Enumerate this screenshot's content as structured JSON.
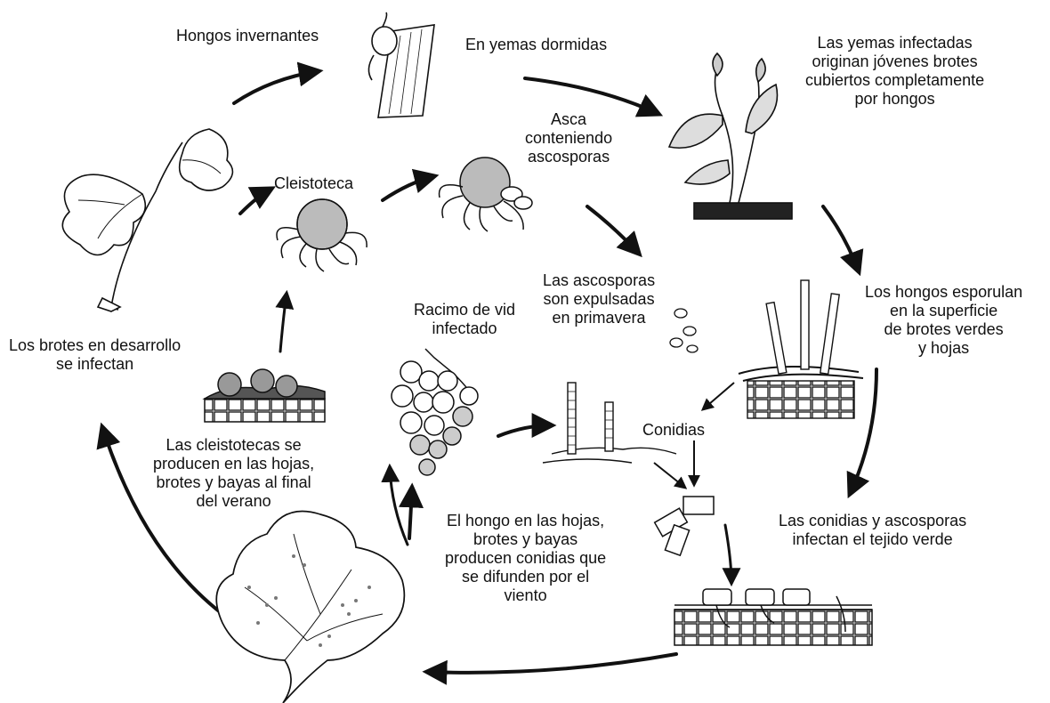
{
  "labels": {
    "hongos_invernantes": "Hongos invernantes",
    "yemas_dormidas": "En yemas dormidas",
    "yemas_infectadas": [
      "Las yemas infectadas",
      "originan jóvenes brotes",
      "cubiertos completamente",
      "por hongos"
    ],
    "asca": [
      "Asca",
      "conteniendo",
      "ascosporas"
    ],
    "cleistoteca": "Cleistoteca",
    "ascosporas_expulsadas": [
      "Las ascosporas",
      "son expulsadas",
      "en primavera"
    ],
    "hongos_esporulan": [
      "Los hongos esporulan",
      "en la superficie",
      "de brotes verdes",
      "y hojas"
    ],
    "racimo": [
      "Racimo de vid",
      "infectado"
    ],
    "brotes_desarrollo": [
      "Los brotes en desarrollo",
      "se infectan"
    ],
    "conidias": "Conidias",
    "cleistotecas_producen": [
      "Las cleistotecas se",
      "producen en las hojas,",
      "brotes y bayas al final",
      "del verano"
    ],
    "conidias_ascosporas": [
      "Las conidias y ascosporas",
      "infectan el tejido verde"
    ],
    "hongo_hojas": [
      "El hongo en las hojas,",
      "brotes y bayas",
      "producen conidias que",
      "se difunden por el",
      "viento"
    ]
  },
  "colors": {
    "ink": "#111111",
    "paper": "#ffffff"
  }
}
